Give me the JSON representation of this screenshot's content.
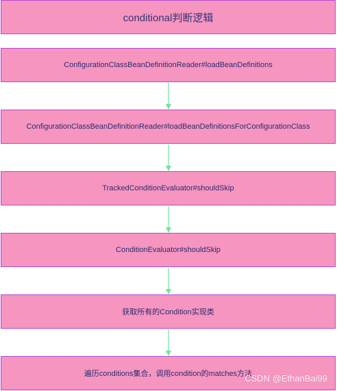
{
  "nodes": [
    "conditional判断逻辑",
    "ConfigurationClassBeanDefinitionReader#loadBeanDefinitions",
    "ConfigurationClassBeanDefinitionReader#loadBeanDefinitionsForConfigurationClass",
    "TrackedConditionEvaluator#shouldSkip",
    "ConditionEvaluator#shouldSkip",
    "获取所有的Condition实现类",
    "遍历conditions集合，调用condition的matches方法"
  ],
  "watermark": "CSDN @EthanBai99",
  "colors": {
    "node_fill": "#f595c0",
    "node_border": "#b24ad3",
    "arrow": "#6fe39b",
    "text": "#2c2c6e"
  }
}
